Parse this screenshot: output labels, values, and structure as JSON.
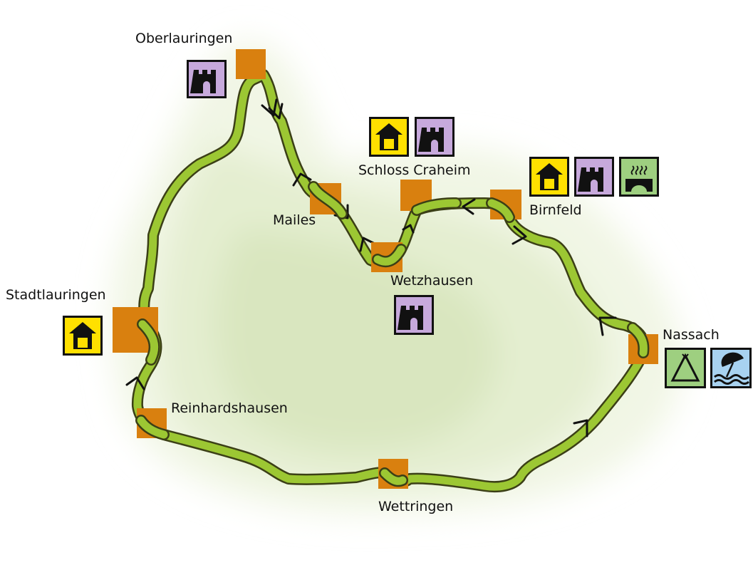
{
  "places": {
    "oberlauringen": "Oberlauringen",
    "mailes": "Mailes",
    "schloss_craheim": "Schloss Craheim",
    "wetzhausen": "Wetzhausen",
    "birnfeld": "Birnfeld",
    "nassach": "Nassach",
    "stadtlauringen": "Stadtlauringen",
    "reinhardshausen": "Reinhardshausen",
    "wettringen": "Wettringen"
  },
  "icons": {
    "castle": "castle-icon",
    "hostel": "hostel-icon",
    "spa": "thermal-bath-icon",
    "camping": "camping-tent-icon",
    "beach": "beach-umbrella-icon"
  },
  "colors": {
    "route_fill": "#9cc733",
    "route_outline": "#3b3f16",
    "stop_marker": "#d9800f",
    "terrain_light": "#eef4de",
    "terrain_mid": "#dde9c4",
    "castle_bg": "#c7a9dc",
    "hostel_bg": "#ffe000",
    "spa_bg": "#9ecf80",
    "beach_bg": "#a8d2f0"
  }
}
